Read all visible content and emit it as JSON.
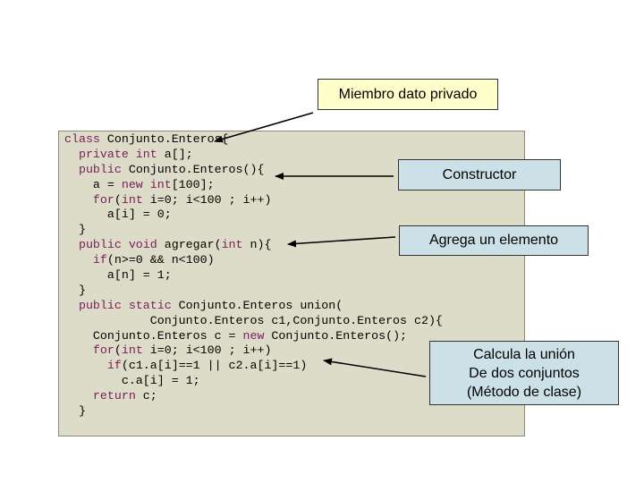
{
  "callouts": {
    "private_member": "Miembro dato privado",
    "constructor": "Constructor",
    "add_element": "Agrega un elemento",
    "union": [
      "Calcula la unión",
      "De dos conjuntos",
      "(Método de clase)"
    ]
  },
  "code": {
    "l01": [
      "",
      "class",
      " Conjunto.Enteros{"
    ],
    "l02": [
      "  ",
      "private int",
      " a[];"
    ],
    "l03": [
      "  ",
      "public",
      " Conjunto.Enteros(){"
    ],
    "l04": [
      "    a = ",
      "new int",
      "[100];"
    ],
    "l05": [
      "    ",
      "for",
      "(",
      "int",
      " i=0; i<100 ; i++)"
    ],
    "l06": [
      "      a[i] = 0;"
    ],
    "l07": [
      "  }"
    ],
    "l08": [
      "  ",
      "public void",
      " agregar(",
      "int",
      " n){"
    ],
    "l09": [
      "    ",
      "if",
      "(n>=0 && n<100)"
    ],
    "l10": [
      "      a[n] = 1;"
    ],
    "l11": [
      "  }"
    ],
    "l12": [
      "  ",
      "public static",
      " Conjunto.Enteros union("
    ],
    "l13": [
      "            Conjunto.Enteros c1,Conjunto.Enteros c2){"
    ],
    "l14": [
      "    Conjunto.Enteros c = ",
      "new",
      " Conjunto.Enteros();"
    ],
    "l15": [
      "    ",
      "for",
      "(",
      "int",
      " i=0; i<100 ; i++)"
    ],
    "l16": [
      "      ",
      "if",
      "(c1.a[i]==1 || c2.a[i]==1)"
    ],
    "l17": [
      "        c.a[i] = 1;"
    ],
    "l18": [
      "    ",
      "return",
      " c;"
    ],
    "l19": [
      "  }"
    ]
  }
}
